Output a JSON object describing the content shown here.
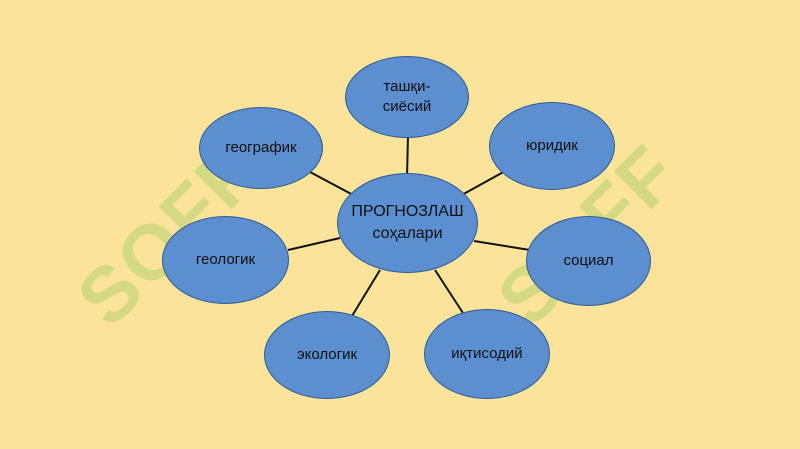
{
  "diagram": {
    "center": {
      "line1": "ПРОГНОЗЛАШ",
      "line2": "соҳалари"
    },
    "nodes": {
      "top": {
        "line1": "ташқи-",
        "line2": "сиёсий"
      },
      "top_left": "географик",
      "top_right": "юридик",
      "left": "геологик",
      "right": "социал",
      "bottom_left": "экологик",
      "bottom_right": "иқтисодий"
    },
    "colors": {
      "background": "#fbe49a",
      "node_fill": "#5b8fcf",
      "node_border": "#2f5c93",
      "connector": "#111111"
    }
  },
  "watermark": {
    "text_left": "SOFF",
    "text_right": "SOFF"
  }
}
